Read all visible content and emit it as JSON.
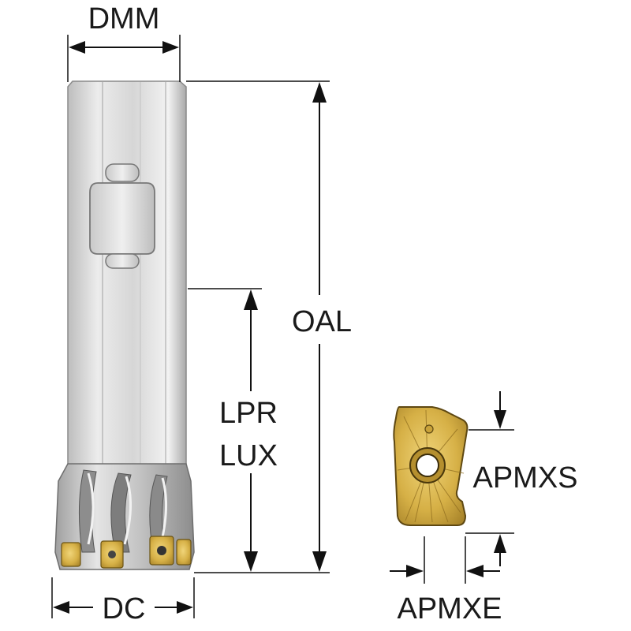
{
  "labels": {
    "dmm": "DMM",
    "oal": "OAL",
    "lpr": "LPR",
    "lux": "LUX",
    "dc": "DC",
    "apmxs": "APMXS",
    "apmxe": "APMXE"
  },
  "colors": {
    "shank_light": "#e9e9e9",
    "shank_mid": "#cfcfcf",
    "shank_dark": "#9c9c9c",
    "insert_gold": "#d8b44a",
    "insert_dark": "#a8842a",
    "line": "#111111"
  }
}
